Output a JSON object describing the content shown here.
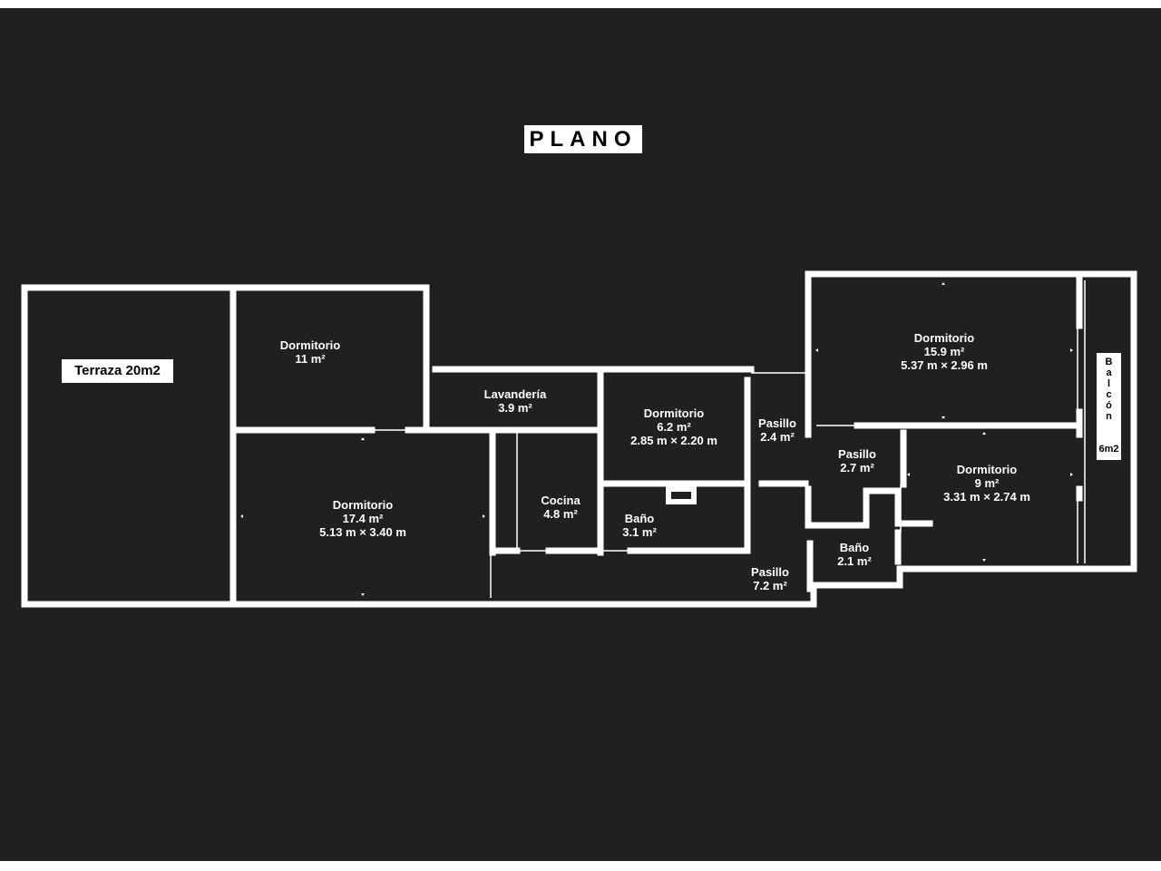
{
  "title": "PLANO",
  "terraza_label": "Terraza 20m2",
  "balcon": {
    "letters": [
      "B",
      "a",
      "l",
      "c",
      "ó",
      "n"
    ],
    "size": "6m2"
  },
  "rooms": {
    "dorm_11": {
      "name": "Dormitorio",
      "area": "11 m²",
      "dims": ""
    },
    "dorm_174": {
      "name": "Dormitorio",
      "area": "17.4 m²",
      "dims": "5.13 m × 3.40 m"
    },
    "lavanderia": {
      "name": "Lavandería",
      "area": "3.9 m²",
      "dims": ""
    },
    "cocina": {
      "name": "Cocina",
      "area": "4.8 m²",
      "dims": ""
    },
    "dorm_62": {
      "name": "Dormitorio",
      "area": "6.2 m²",
      "dims": "2.85 m × 2.20 m"
    },
    "bano_31": {
      "name": "Baño",
      "area": "3.1 m²",
      "dims": ""
    },
    "pasillo_24": {
      "name": "Pasillo",
      "area": "2.4 m²",
      "dims": ""
    },
    "pasillo_72": {
      "name": "Pasillo",
      "area": "7.2 m²",
      "dims": ""
    },
    "dorm_159": {
      "name": "Dormitorio",
      "area": "15.9 m²",
      "dims": "5.37 m × 2.96 m"
    },
    "pasillo_27": {
      "name": "Pasillo",
      "area": "2.7 m²",
      "dims": ""
    },
    "dorm_9": {
      "name": "Dormitorio",
      "area": "9 m²",
      "dims": "3.31 m × 2.74 m"
    },
    "bano_21": {
      "name": "Baño",
      "area": "2.1 m²",
      "dims": ""
    }
  },
  "colors": {
    "background": "#202023",
    "walls": "#ffffff",
    "door_marks": "#9a9a9a"
  }
}
